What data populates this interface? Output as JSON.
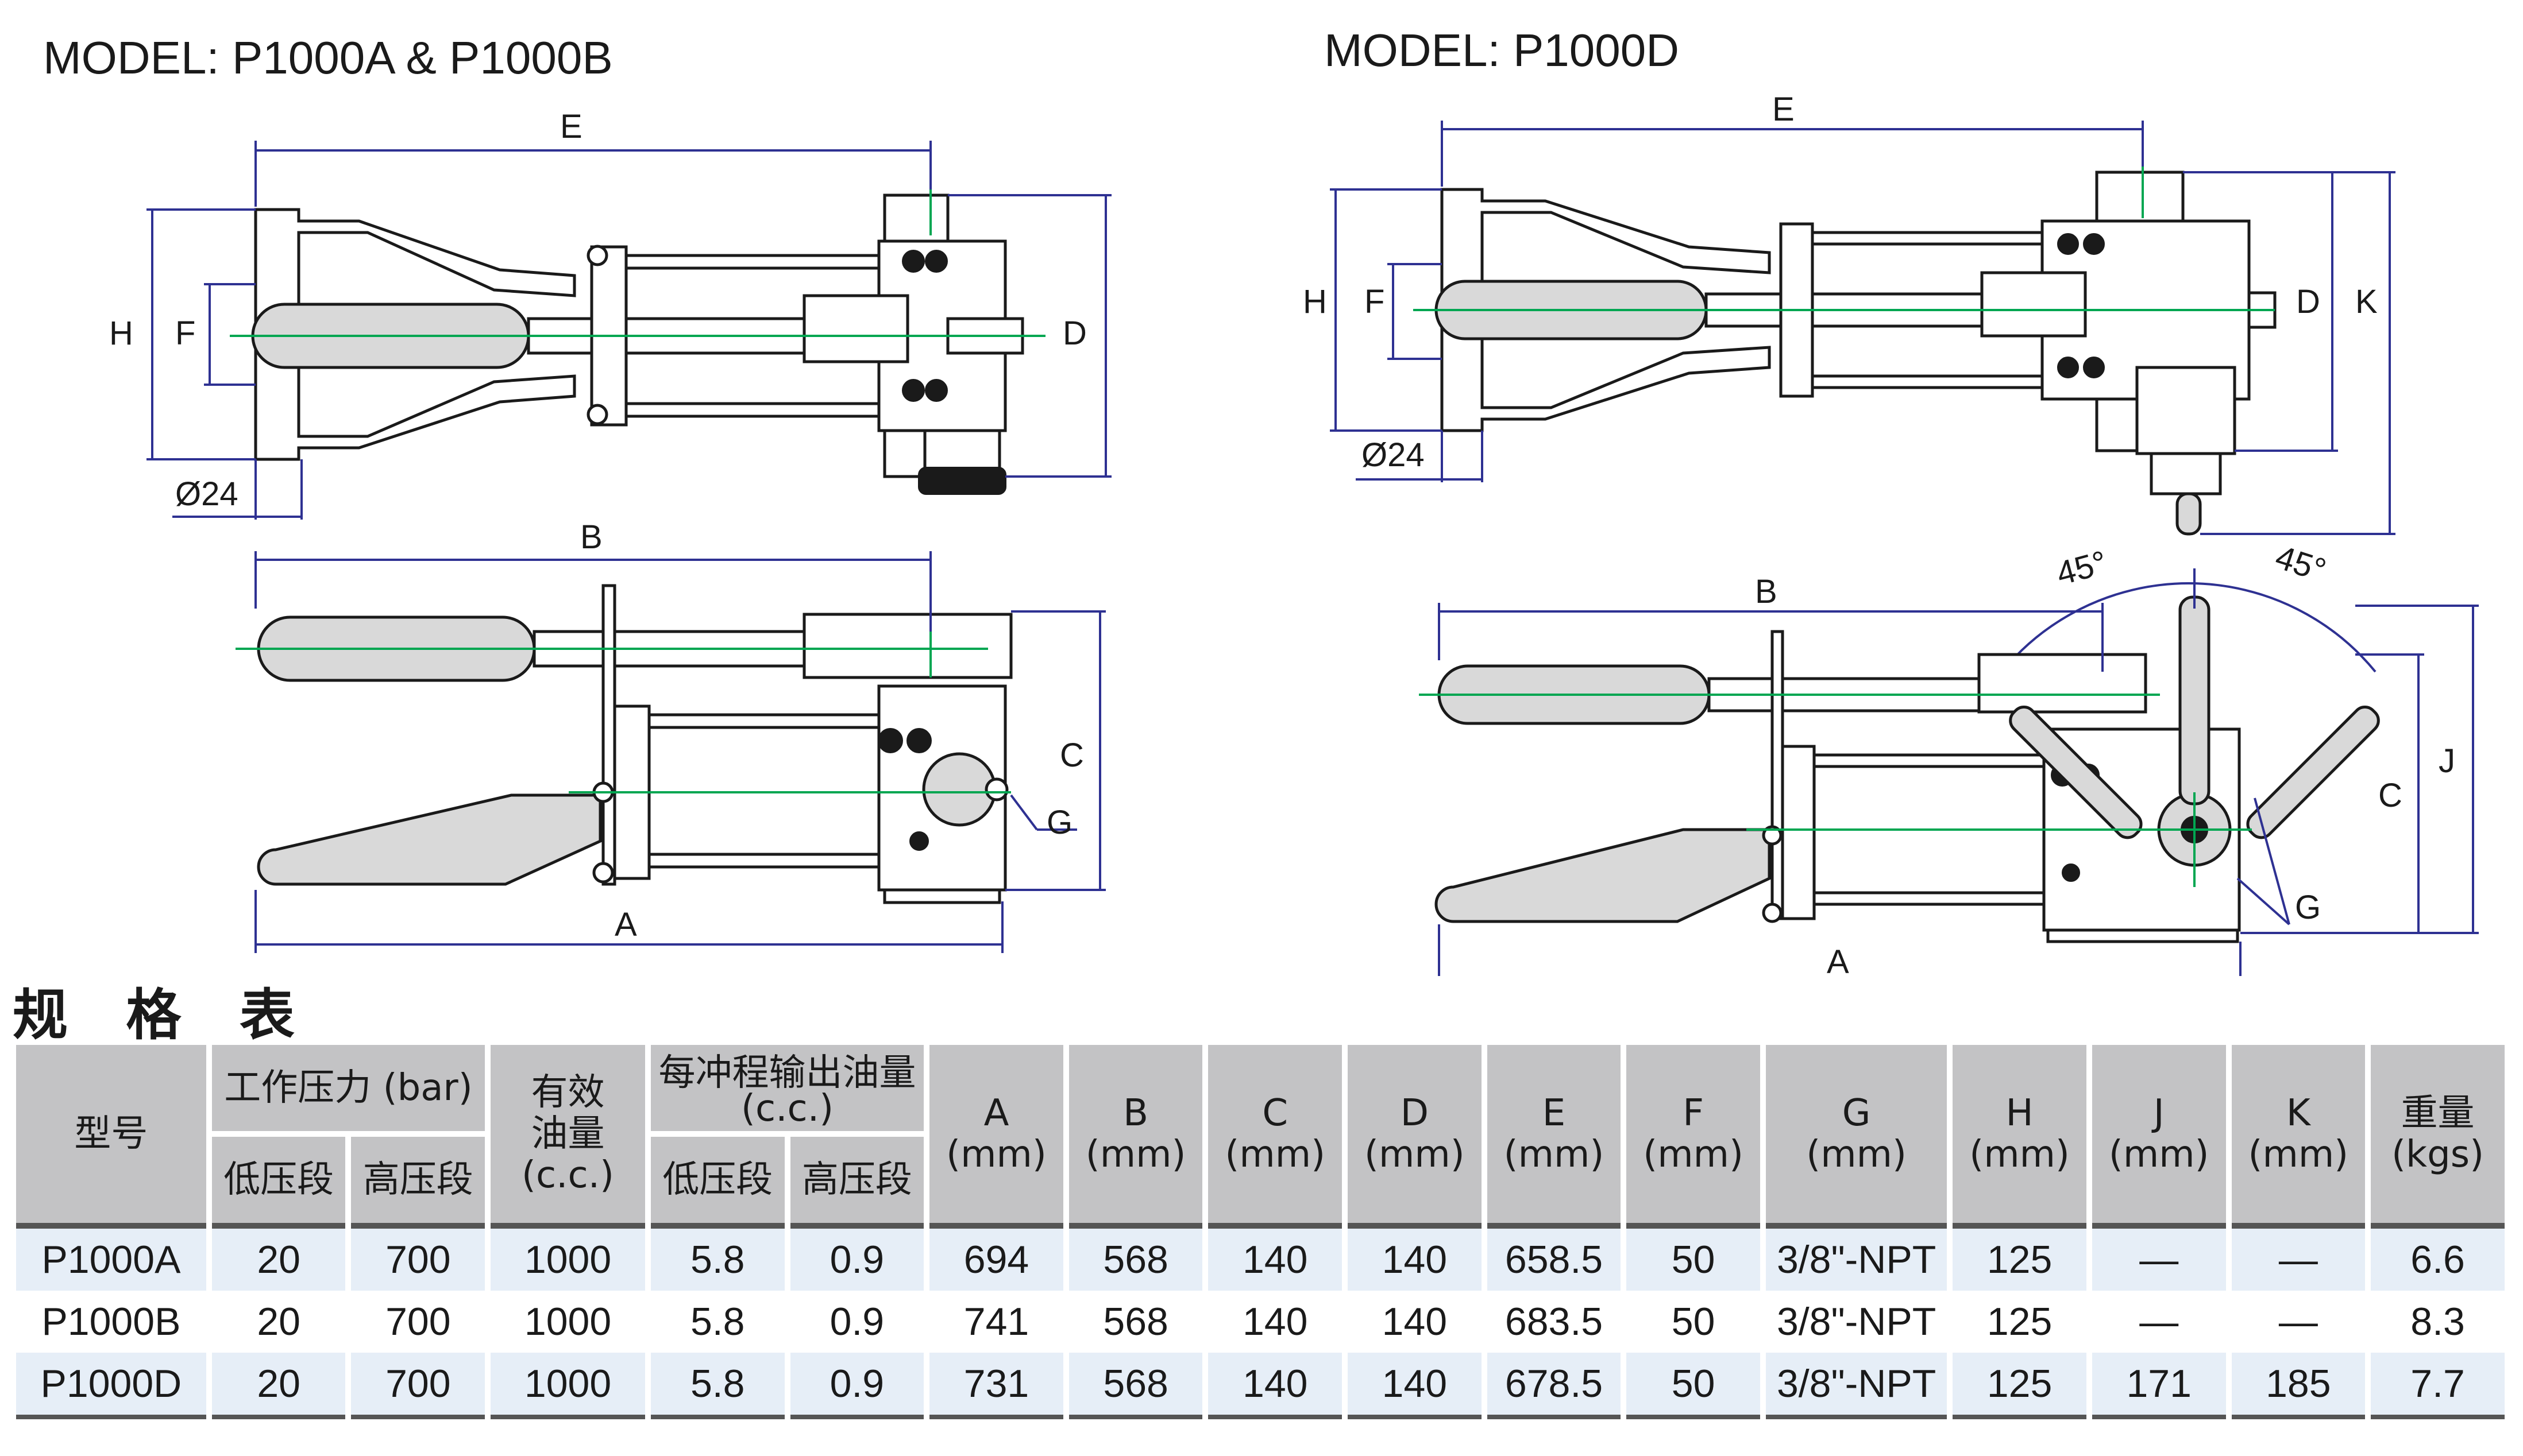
{
  "models": {
    "left": "MODEL: P1000A & P1000B",
    "right": "MODEL: P1000D"
  },
  "dimension_labels": {
    "A": "A",
    "B": "B",
    "C": "C",
    "D": "D",
    "E": "E",
    "F": "F",
    "G": "G",
    "H": "H",
    "J": "J",
    "K": "K",
    "dia": "Ø24",
    "angle": "45°"
  },
  "spec": {
    "title": "规 格 表",
    "headers": {
      "model": "型号",
      "pressure": "工作压力 (bar)",
      "low": "低压段",
      "high": "高压段",
      "oil_line1": "有效",
      "oil_line2": "油量",
      "oil_unit": "(c.c.)",
      "stroke_line1": "每冲程输出油量",
      "stroke_unit": "(c.c.)",
      "A": "A",
      "B": "B",
      "C": "C",
      "D": "D",
      "E": "E",
      "F": "F",
      "G": "G",
      "H": "H",
      "J": "J",
      "K": "K",
      "mm": "(mm)",
      "weight": "重量",
      "weight_unit": "(kgs)"
    },
    "rows": [
      {
        "model": "P1000A",
        "p_low": "20",
        "p_high": "700",
        "oil": "1000",
        "s_low": "5.8",
        "s_high": "0.9",
        "A": "694",
        "B": "568",
        "C": "140",
        "D": "140",
        "E": "658.5",
        "F": "50",
        "G": "3/8\"-NPT",
        "H": "125",
        "J": "—",
        "K": "—",
        "weight": "6.6"
      },
      {
        "model": "P1000B",
        "p_low": "20",
        "p_high": "700",
        "oil": "1000",
        "s_low": "5.8",
        "s_high": "0.9",
        "A": "741",
        "B": "568",
        "C": "140",
        "D": "140",
        "E": "683.5",
        "F": "50",
        "G": "3/8\"-NPT",
        "H": "125",
        "J": "—",
        "K": "—",
        "weight": "8.3"
      },
      {
        "model": "P1000D",
        "p_low": "20",
        "p_high": "700",
        "oil": "1000",
        "s_low": "5.8",
        "s_high": "0.9",
        "A": "731",
        "B": "568",
        "C": "140",
        "D": "140",
        "E": "678.5",
        "F": "50",
        "G": "3/8\"-NPT",
        "H": "125",
        "J": "171",
        "K": "185",
        "weight": "7.7"
      }
    ]
  },
  "colors": {
    "dimension": "#2e3192",
    "centerline": "#00a651",
    "header_bg": "#c3c3c5",
    "stripe_bg": "#e6eef7"
  }
}
